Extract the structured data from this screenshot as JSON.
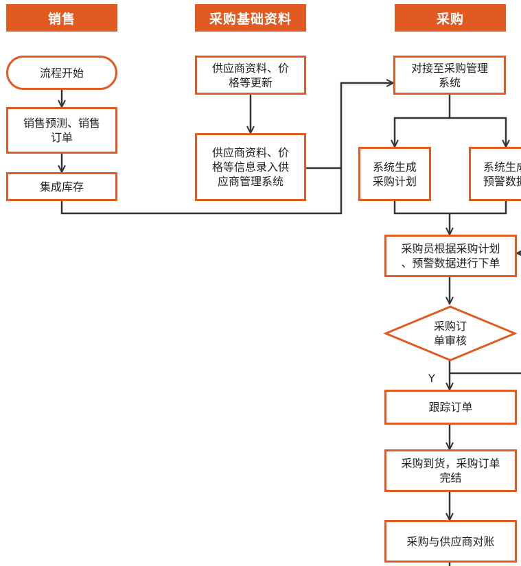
{
  "headers": {
    "sales": "销售",
    "base": "采购基础资料",
    "purchase": "采购"
  },
  "nodes": {
    "start": "流程开始",
    "forecast": "销售预测、销售\n订单",
    "inventory": "集成库存",
    "supplier_update": "供应商资料、价\n格等更新",
    "supplier_entry": "供应商资料、价\n格等信息录入供\n应商管理系统",
    "connect": "对接至采购管理\n系统",
    "gen_plan": "系统生成\n采购计划",
    "gen_alert": "系统生成\n预警数据",
    "order": "采购员根据采购计划\n、预警数据进行下单",
    "review": "采购订\n单审核",
    "track": "跟踪订单",
    "arrive": "采购到货，采购订单\n完结",
    "reconcile": "采购与供应商对账"
  },
  "labels": {
    "yes": "Y"
  },
  "colors": {
    "accent": "#e05a22",
    "line": "#333333"
  }
}
